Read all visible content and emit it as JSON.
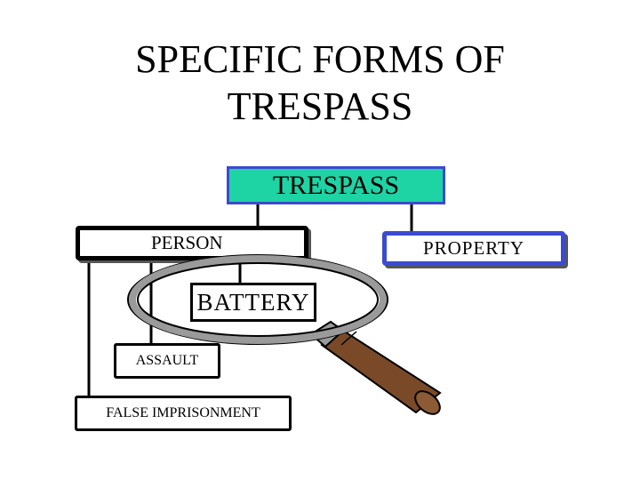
{
  "slide": {
    "title_line1": "SPECIFIC FORMS OF",
    "title_line2": "TRESPASS"
  },
  "diagram": {
    "root": "TRESPASS",
    "person": "PERSON",
    "property": "PROPERTY",
    "battery": "BATTERY",
    "assault": "ASSAULT",
    "false_imprisonment": "FALSE IMPRISONMENT"
  },
  "colors": {
    "root_fill": "#1ed3a4",
    "root_border": "#3b4bd0",
    "property_border": "#3b4bd0",
    "magnifier_lens": "#9a9a9a",
    "magnifier_handle": "#7a4a28"
  },
  "icons": {
    "magnifier": "magnifying-glass-icon"
  }
}
